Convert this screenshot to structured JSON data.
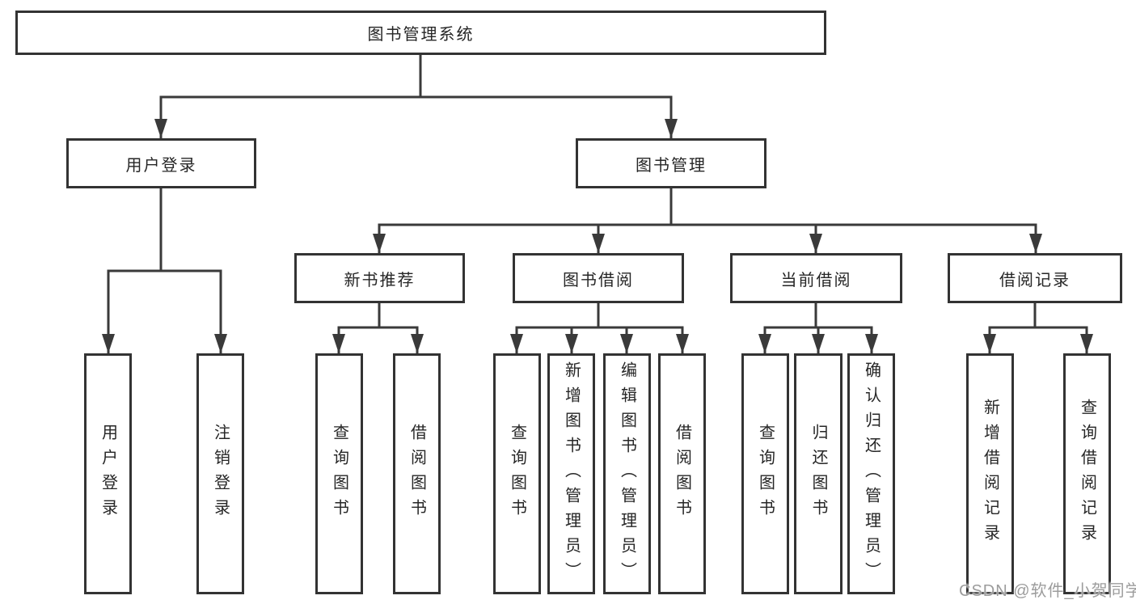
{
  "nodes": {
    "root": "图书管理系统",
    "user_login": "用户登录",
    "book_mgmt": "图书管理",
    "new_book_rec": "新书推荐",
    "book_borrow": "图书借阅",
    "current_borrow": "当前借阅",
    "borrow_records": "借阅记录",
    "user_login_children": [
      "用户登录",
      "注销登录"
    ],
    "new_book_rec_children": [
      "查询图书",
      "借阅图书"
    ],
    "book_borrow_children": [
      "查询图书",
      "新增图书（管理员）",
      "编辑图书（管理员）",
      "借阅图书"
    ],
    "current_borrow_children": [
      "查询图书",
      "归还图书",
      "确认归还（管理员）"
    ],
    "borrow_records_children": [
      "新增借阅记录",
      "查询借阅记录"
    ]
  },
  "watermark": "CSDN @软件_小贺同学",
  "colors": {
    "line": "#3a3a3a",
    "box_border": "#333333",
    "text": "#262626",
    "watermark": "#9c9c9c",
    "background": "#ffffff"
  }
}
